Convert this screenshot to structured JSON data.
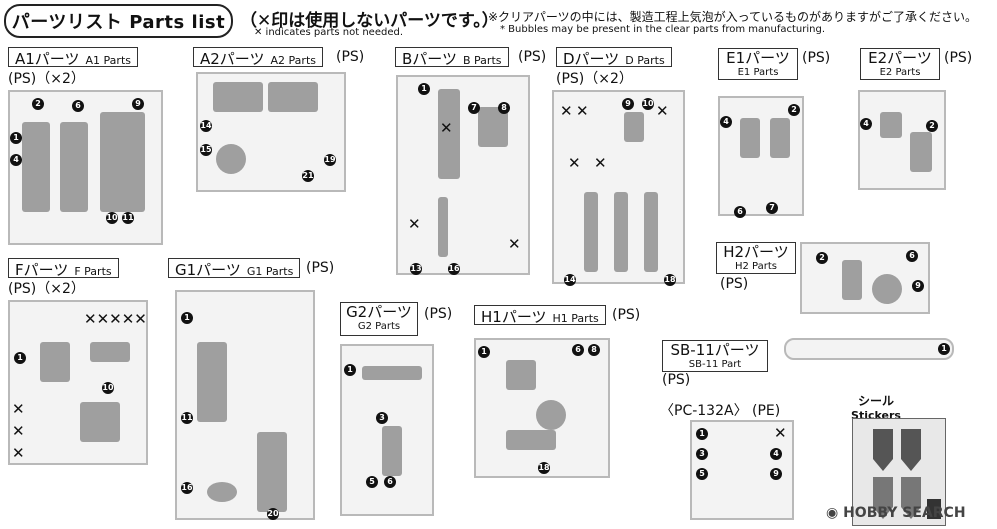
{
  "header": {
    "title": "パーツリスト Parts list",
    "note_jp": "（✕印は使用しないパーツです。）",
    "note_en": "✕ indicates parts not needed.",
    "bubble_jp": "※クリアパーツの中には、製造工程上気泡が入っているものがありますがご了承ください。",
    "bubble_en": "* Bubbles may be present in the clear parts from manufacturing."
  },
  "runners": [
    {
      "id": "A1",
      "jp": "A1パーツ",
      "en": "A1 Parts",
      "qty": "(PS)（×2）"
    },
    {
      "id": "A2",
      "jp": "A2パーツ",
      "en": "A2 Parts",
      "qty": "(PS)"
    },
    {
      "id": "B",
      "jp": "Bパーツ",
      "en": "B Parts",
      "qty": "(PS)"
    },
    {
      "id": "D",
      "jp": "Dパーツ",
      "en": "D Parts",
      "qty": "(PS)（×2）"
    },
    {
      "id": "E1",
      "jp": "E1パーツ",
      "en": "E1 Parts",
      "qty": "(PS)"
    },
    {
      "id": "E2",
      "jp": "E2パーツ",
      "en": "E2 Parts",
      "qty": "(PS)"
    },
    {
      "id": "F",
      "jp": "Fパーツ",
      "en": "F Parts",
      "qty": "(PS)（×2）"
    },
    {
      "id": "G1",
      "jp": "G1パーツ",
      "en": "G1 Parts",
      "qty": "(PS)"
    },
    {
      "id": "G2",
      "jp": "G2パーツ",
      "en": "G2 Parts",
      "qty": "(PS)"
    },
    {
      "id": "H1",
      "jp": "H1パーツ",
      "en": "H1 Parts",
      "qty": "(PS)"
    },
    {
      "id": "H2",
      "jp": "H2パーツ",
      "en": "H2 Parts",
      "qty": "(PS)"
    },
    {
      "id": "SB11",
      "jp": "SB-11パーツ",
      "en": "SB-11 Part",
      "qty": "(PS)"
    }
  ],
  "pc": {
    "label": "〈PC-132A〉",
    "qty": "(PE)"
  },
  "stickers": {
    "jp": "シール",
    "en": "Stickers"
  },
  "watermark": "HOBBY SEARCH"
}
